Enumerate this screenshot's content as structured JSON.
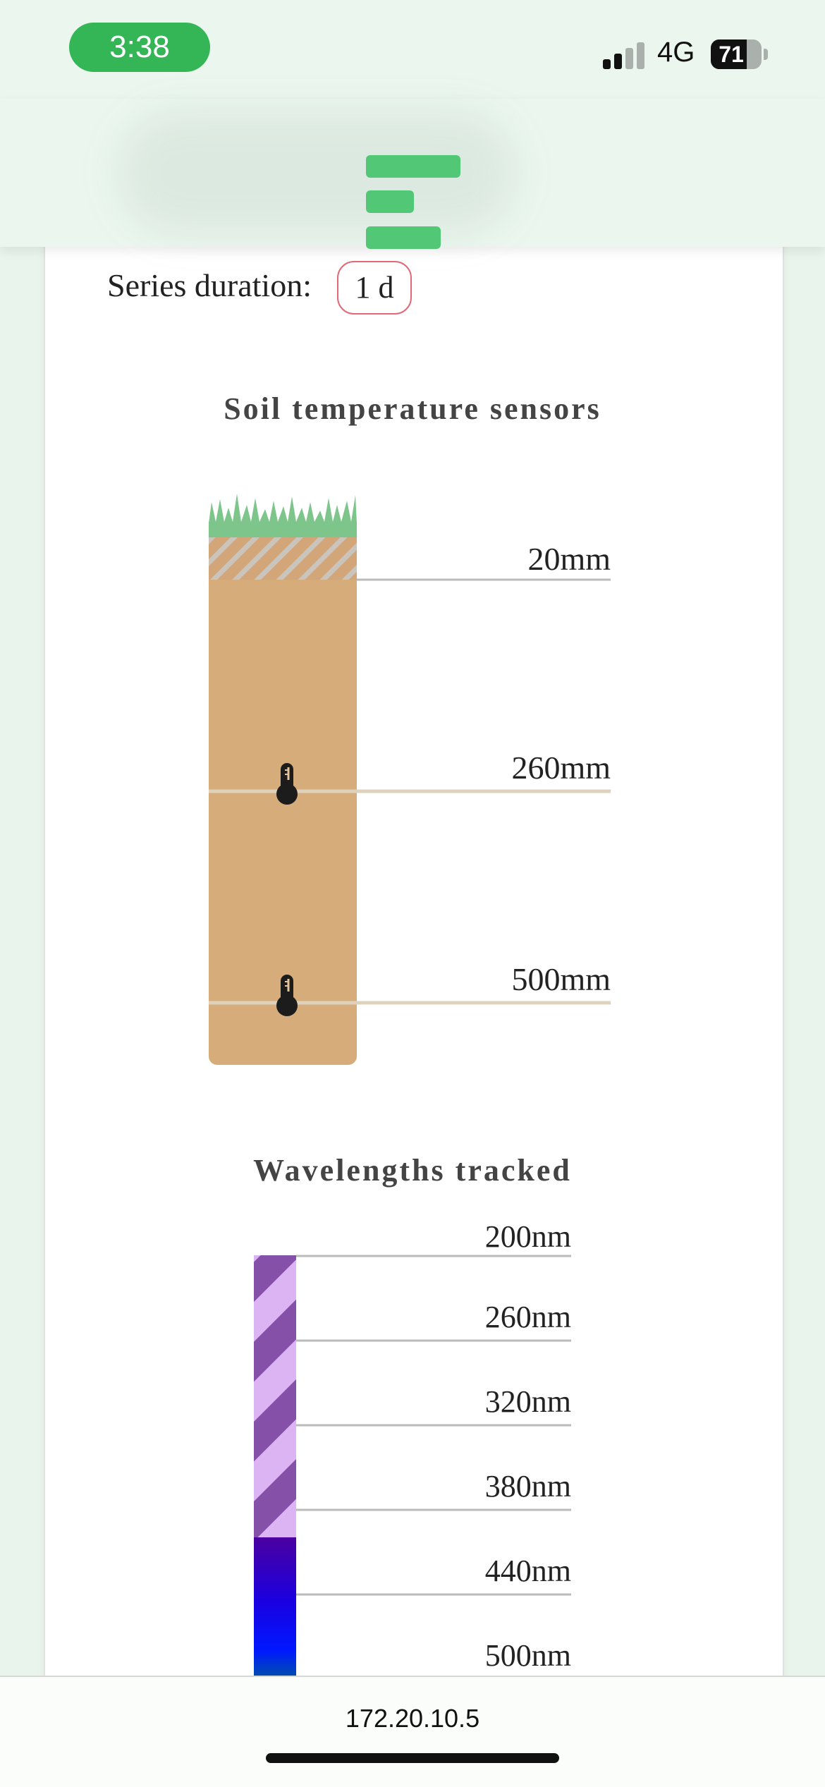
{
  "status_bar": {
    "time": "3:38",
    "network": "4G",
    "battery_level": "71",
    "battery_fraction": 0.71,
    "signal_bars_active": 2,
    "signal_bars_total": 4
  },
  "header": {
    "logo_icon": "menu-like-logo-icon",
    "logo_color": "#52c776"
  },
  "series": {
    "label": "Series duration:",
    "value": "1 d"
  },
  "soil": {
    "title": "Soil temperature sensors",
    "depths": [
      {
        "label": "20mm",
        "has_sensor": false
      },
      {
        "label": "260mm",
        "has_sensor": true
      },
      {
        "label": "500mm",
        "has_sensor": true
      }
    ],
    "soil_color": "#d6ac7b",
    "grass_color": "#7dc58a"
  },
  "wavelengths": {
    "title": "Wavelengths tracked",
    "labels": [
      "200nm",
      "260nm",
      "320nm",
      "380nm",
      "440nm",
      "500nm"
    ],
    "uv_color_dark": "#8550a8",
    "uv_color_light": "#dcb3f3",
    "visible_color": "#1a00e0"
  },
  "browser": {
    "url": "172.20.10.5"
  }
}
